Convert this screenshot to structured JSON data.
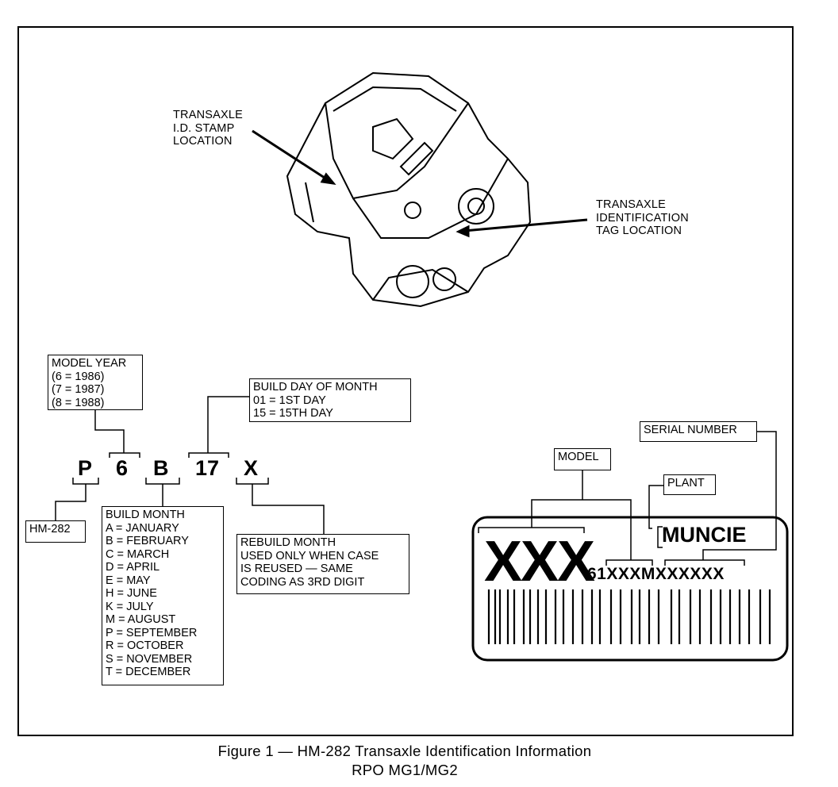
{
  "figure": {
    "caption_line1": "Figure 1 — HM-282 Transaxle Identification Information",
    "caption_line2": "RPO MG1/MG2"
  },
  "illustration": {
    "stamp_label": [
      "TRANSAXLE",
      "I.D. STAMP",
      "LOCATION"
    ],
    "tag_label": [
      "TRANSAXLE",
      "IDENTIFICATION",
      "TAG LOCATION"
    ]
  },
  "stamp_code": {
    "chars": [
      "P",
      "6",
      "B",
      "17",
      "X"
    ],
    "model_year": {
      "title": "MODEL YEAR",
      "lines": [
        "(6 = 1986)",
        "(7 = 1987)",
        "(8 = 1988)"
      ]
    },
    "build_day": {
      "title": "BUILD DAY OF MONTH",
      "lines": [
        "01 = 1ST DAY",
        "15 = 15TH DAY"
      ]
    },
    "model": "HM-282",
    "build_month": {
      "title": "BUILD MONTH",
      "lines": [
        "A = JANUARY",
        "B = FEBRUARY",
        "C = MARCH",
        "D = APRIL",
        "E = MAY",
        "H = JUNE",
        "K = JULY",
        "M = AUGUST",
        "P = SEPTEMBER",
        "R = OCTOBER",
        "S = NOVEMBER",
        "T = DECEMBER"
      ]
    },
    "rebuild_month": {
      "lines": [
        "REBUILD MONTH",
        "USED ONLY WHEN CASE",
        "IS REUSED — SAME",
        "CODING AS 3RD DIGIT"
      ]
    }
  },
  "tag": {
    "serial_label": "SERIAL NUMBER",
    "model_label": "MODEL",
    "plant_label": "PLANT",
    "plant_name": "MUNCIE",
    "model_code": "XXX",
    "tag_code": "61XXXMXXXXXX"
  }
}
